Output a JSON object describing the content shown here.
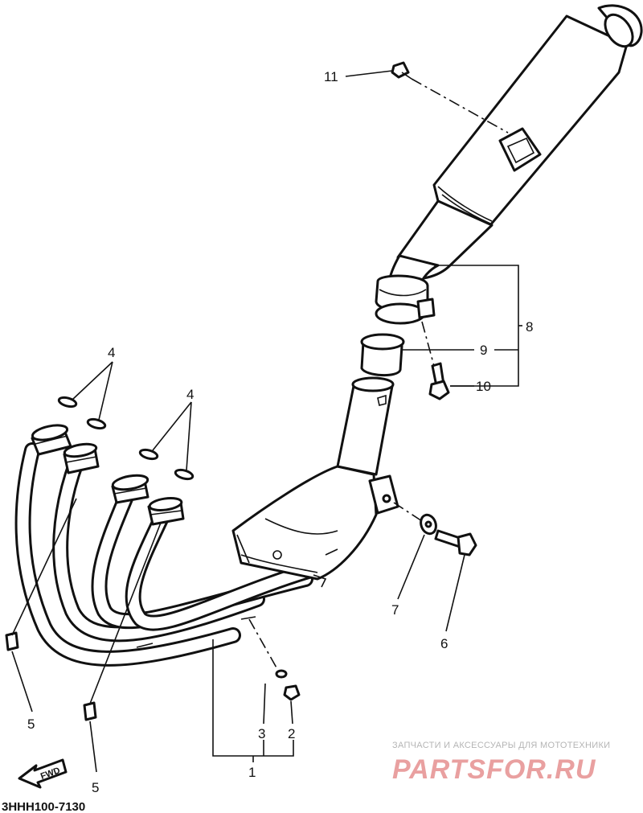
{
  "callouts": {
    "c1": "1",
    "c2": "2",
    "c3": "3",
    "c4a": "4",
    "c4b": "4",
    "c5a": "5",
    "c5b": "5",
    "c6": "6",
    "c7": "7",
    "c8": "8",
    "c9": "9",
    "c10": "10",
    "c11": "11"
  },
  "fwd_label": "FWD",
  "diagram_code": "3HHH100-7130",
  "watermark": {
    "tagline": "ЗАПЧАСТИ И АКСЕССУАРЫ ДЛЯ МОТОТЕХНИКИ",
    "brand": "PARTSFOR.RU"
  }
}
